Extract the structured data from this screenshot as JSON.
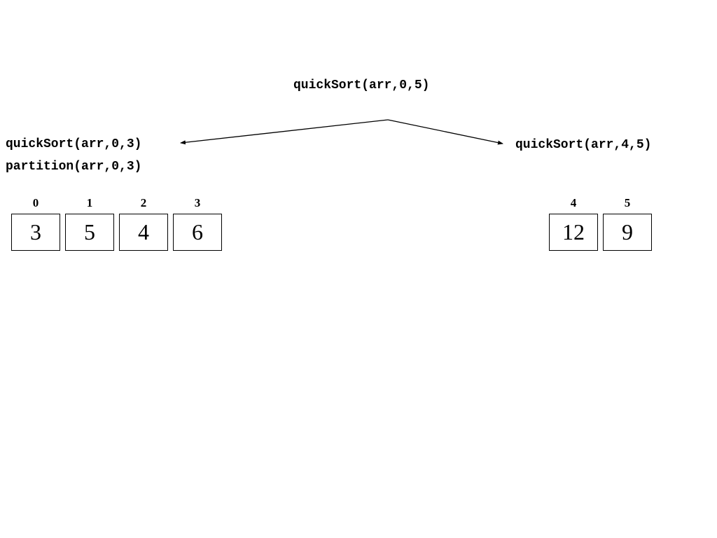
{
  "root": {
    "call": "quickSort(arr,0,5)"
  },
  "left": {
    "call": "quickSort(arr,0,3)",
    "partition": "partition(arr,0,3)",
    "cells": [
      {
        "index": "0",
        "value": "3"
      },
      {
        "index": "1",
        "value": "5"
      },
      {
        "index": "2",
        "value": "4"
      },
      {
        "index": "3",
        "value": "6"
      }
    ]
  },
  "right": {
    "call": "quickSort(arr,4,5)",
    "cells": [
      {
        "index": "4",
        "value": "12"
      },
      {
        "index": "5",
        "value": "9"
      }
    ]
  }
}
